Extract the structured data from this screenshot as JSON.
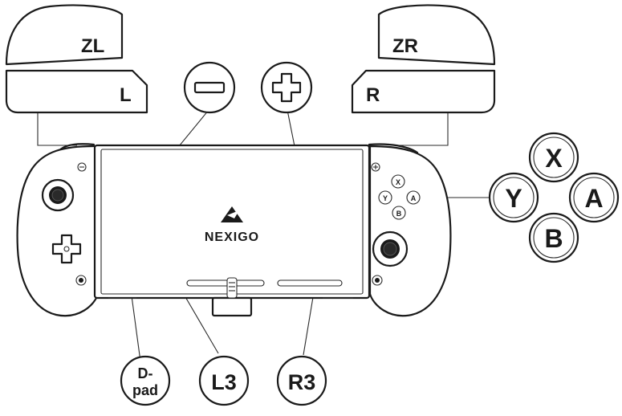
{
  "labels": {
    "zl": "ZL",
    "l": "L",
    "zr": "ZR",
    "r": "R",
    "x": "X",
    "y": "Y",
    "a": "A",
    "b": "B",
    "dpad_line1": "D-",
    "dpad_line2": "pad",
    "l3": "L3",
    "r3": "R3",
    "brand": "NEXIGO"
  },
  "icons": {
    "minus": "minus-icon",
    "plus": "plus-icon",
    "logo": "nexigo-logo-icon"
  }
}
